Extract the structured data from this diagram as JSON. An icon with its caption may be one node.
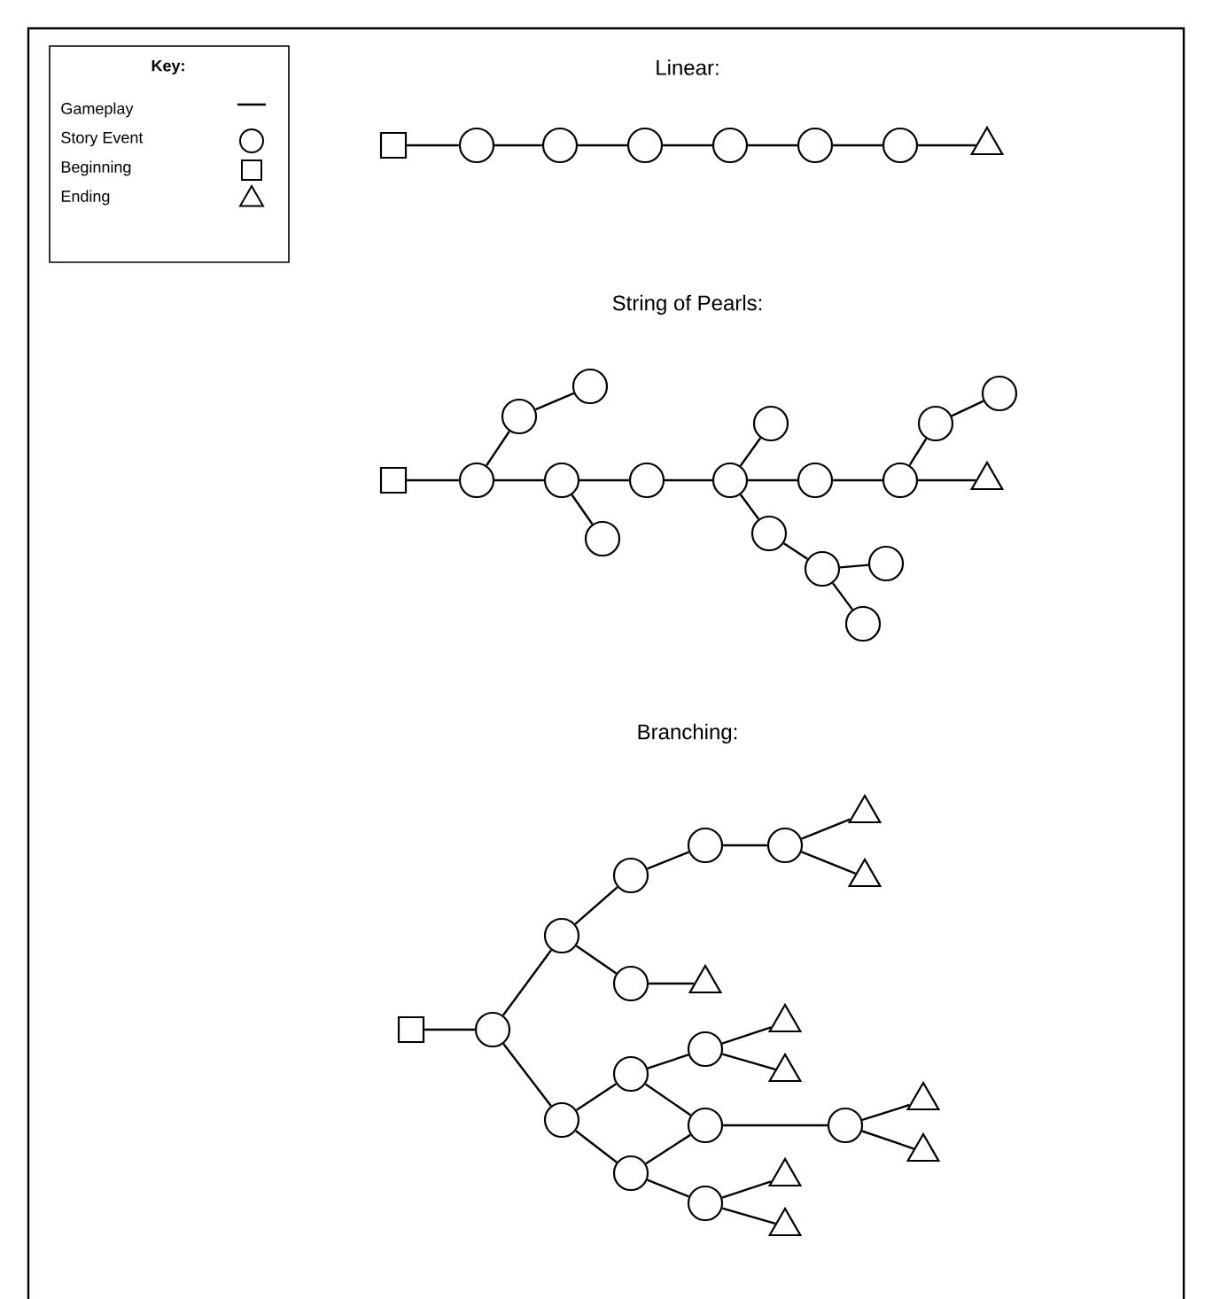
{
  "diagram": {
    "nodes": [
      {
        "text": [],
        "shape": "box"
      },
      {
        "text": [],
        "shape": "circle"
      },
      {
        "text": [],
        "shape": "circle"
      },
      {
        "text": [],
        "shape": "circle"
      },
      {
        "text": [],
        "shape": "circle"
      },
      {
        "text": [],
        "shape": "circle"
      },
      {
        "text": [],
        "shape": "circle"
      },
      {
        "text": [],
        "shape": "triangle"
      },
      {
        "text": [],
        "shape": "box"
      },
      {
        "text": [],
        "shape": "circle"
      },
      {
        "text": [],
        "shape": "circle"
      },
      {
        "text": [],
        "shape": "circle"
      },
      {
        "text": [],
        "shape": "circle"
      },
      {
        "text": [],
        "shape": "circle"
      },
      {
        "text": [],
        "shape": "circle"
      },
      {
        "text": [],
        "shape": "triangle"
      },
      {
        "text": [],
        "shape": "circle"
      },
      {
        "text": [],
        "shape": "circle"
      },
      {
        "text": [],
        "shape": "circle"
      },
      {
        "text": [],
        "shape": "circle"
      },
      {
        "text": [],
        "shape": "circle"
      },
      {
        "text": [],
        "shape": "circle"
      },
      {
        "text": [],
        "shape": "circle"
      },
      {
        "text": [],
        "shape": "circle"
      },
      {
        "text": [],
        "shape": "circle"
      },
      {
        "text": [],
        "shape": "circle"
      },
      {
        "text": [],
        "shape": "box"
      },
      {
        "text": [],
        "shape": "circle"
      },
      {
        "text": [],
        "shape": "circle"
      },
      {
        "text": [],
        "shape": "circle"
      },
      {
        "text": [],
        "shape": "circle"
      },
      {
        "text": [],
        "shape": "circle"
      },
      {
        "text": [],
        "shape": "triangle"
      },
      {
        "text": [],
        "shape": "triangle"
      },
      {
        "text": [],
        "shape": "circle"
      },
      {
        "text": [],
        "shape": "triangle"
      },
      {
        "text": [],
        "shape": "circle"
      },
      {
        "text": [],
        "shape": "circle"
      },
      {
        "text": [],
        "shape": "circle"
      },
      {
        "text": [],
        "shape": "triangle"
      },
      {
        "text": [],
        "shape": "triangle"
      },
      {
        "text": [],
        "shape": "circle"
      },
      {
        "text": [],
        "shape": "circle"
      },
      {
        "text": [],
        "shape": "triangle"
      },
      {
        "text": [],
        "shape": "triangle"
      },
      {
        "text": [],
        "shape": "circle"
      },
      {
        "text": [],
        "shape": "circle"
      },
      {
        "text": [],
        "shape": "triangle"
      },
      {
        "text": [],
        "shape": "triangle"
      }
    ],
    "edges": [
      {
        "from": 0,
        "to": 1,
        "arrow": "none"
      },
      {
        "from": 1,
        "to": 2,
        "arrow": "none"
      },
      {
        "from": 2,
        "to": 3,
        "arrow": "none"
      },
      {
        "from": 3,
        "to": 4,
        "arrow": "none"
      },
      {
        "from": 4,
        "to": 5,
        "arrow": "none"
      },
      {
        "from": 5,
        "to": 6,
        "arrow": "none"
      },
      {
        "from": 6,
        "to": 7,
        "arrow": "none"
      },
      {
        "from": 8,
        "to": 9,
        "arrow": "none"
      },
      {
        "from": 9,
        "to": 10,
        "arrow": "none"
      },
      {
        "from": 10,
        "to": 11,
        "arrow": "none"
      },
      {
        "from": 11,
        "to": 12,
        "arrow": "none"
      },
      {
        "from": 12,
        "to": 13,
        "arrow": "none"
      },
      {
        "from": 13,
        "to": 14,
        "arrow": "none"
      },
      {
        "from": 14,
        "to": 15,
        "arrow": "none"
      },
      {
        "from": 9,
        "to": 16,
        "arrow": "none"
      },
      {
        "from": 16,
        "to": 17,
        "arrow": "none"
      },
      {
        "from": 10,
        "to": 18,
        "arrow": "none"
      },
      {
        "from": 12,
        "to": 19,
        "arrow": "none"
      },
      {
        "from": 12,
        "to": 20,
        "arrow": "none"
      },
      {
        "from": 20,
        "to": 21,
        "arrow": "none"
      },
      {
        "from": 21,
        "to": 22,
        "arrow": "none"
      },
      {
        "from": 21,
        "to": 23,
        "arrow": "none"
      },
      {
        "from": 14,
        "to": 24,
        "arrow": "none"
      },
      {
        "from": 24,
        "to": 25,
        "arrow": "none"
      },
      {
        "from": 26,
        "to": 27,
        "arrow": "none"
      },
      {
        "from": 27,
        "to": 28,
        "arrow": "none"
      },
      {
        "from": 28,
        "to": 29,
        "arrow": "none"
      },
      {
        "from": 29,
        "to": 30,
        "arrow": "none"
      },
      {
        "from": 30,
        "to": 31,
        "arrow": "none"
      },
      {
        "from": 31,
        "to": 32,
        "arrow": "none"
      },
      {
        "from": 31,
        "to": 33,
        "arrow": "none"
      },
      {
        "from": 28,
        "to": 34,
        "arrow": "none"
      },
      {
        "from": 34,
        "to": 35,
        "arrow": "none"
      },
      {
        "from": 27,
        "to": 36,
        "arrow": "none"
      },
      {
        "from": 36,
        "to": 37,
        "arrow": "none"
      },
      {
        "from": 37,
        "to": 38,
        "arrow": "none"
      },
      {
        "from": 38,
        "to": 39,
        "arrow": "none"
      },
      {
        "from": 38,
        "to": 40,
        "arrow": "none"
      },
      {
        "from": 37,
        "to": 41,
        "arrow": "none"
      },
      {
        "from": 41,
        "to": 42,
        "arrow": "none"
      },
      {
        "from": 42,
        "to": 43,
        "arrow": "none"
      },
      {
        "from": 42,
        "to": 44,
        "arrow": "none"
      },
      {
        "from": 36,
        "to": 45,
        "arrow": "none"
      },
      {
        "from": 45,
        "to": 41,
        "arrow": "none"
      },
      {
        "from": 45,
        "to": 46,
        "arrow": "none"
      },
      {
        "from": 46,
        "to": 47,
        "arrow": "none"
      },
      {
        "from": 46,
        "to": 48,
        "arrow": "none"
      }
    ],
    "labels": [
      "Key:",
      "Linear:",
      "String of Pearls:",
      "Branching:"
    ],
    "legend": [
      {
        "text": "Gameplay"
      },
      {
        "text": "Story Event"
      },
      {
        "text": "Beginning"
      },
      {
        "text": "Ending"
      }
    ]
  }
}
